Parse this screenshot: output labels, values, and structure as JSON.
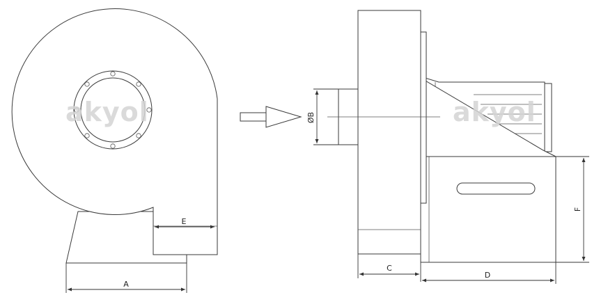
{
  "watermark": {
    "left": "akyol",
    "right": "akyol"
  },
  "dimensions": {
    "a": "A",
    "b": "ØB",
    "c": "C",
    "d": "D",
    "e": "E",
    "f": "F"
  }
}
